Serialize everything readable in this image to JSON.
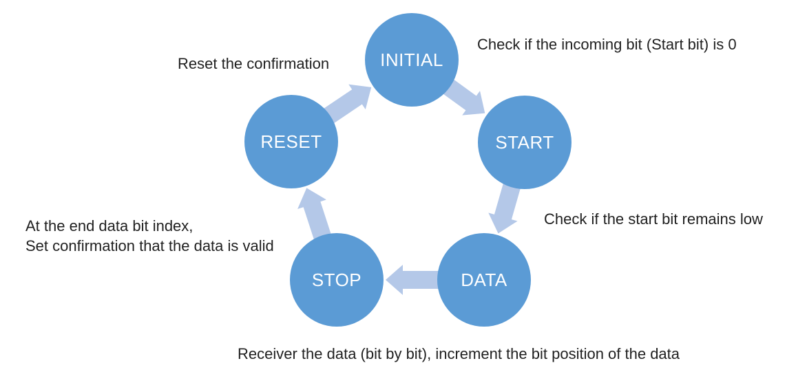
{
  "diagram": {
    "type": "state-cycle",
    "nodes": [
      {
        "id": "initial",
        "label": "INITIAL"
      },
      {
        "id": "start",
        "label": "START"
      },
      {
        "id": "data",
        "label": "DATA"
      },
      {
        "id": "stop",
        "label": "STOP"
      },
      {
        "id": "reset",
        "label": "RESET"
      }
    ],
    "arrows": [
      {
        "from": "RESET",
        "to": "INITIAL"
      },
      {
        "from": "INITIAL",
        "to": "START"
      },
      {
        "from": "START",
        "to": "DATA"
      },
      {
        "from": "DATA",
        "to": "STOP"
      },
      {
        "from": "STOP",
        "to": "RESET"
      }
    ],
    "annotations": [
      {
        "id": "incoming-bit",
        "text": "Check if the incoming bit (Start bit) is 0"
      },
      {
        "id": "reset-confirmation",
        "text": "Reset the confirmation"
      },
      {
        "id": "start-bit-low",
        "text": "Check if the start bit remains low"
      },
      {
        "id": "data-valid",
        "text": "At the end data bit index,\nSet confirmation that the data is valid"
      },
      {
        "id": "receive-data",
        "text": "Receiver the data (bit by bit), increment the bit position of the data"
      }
    ],
    "colors": {
      "node_fill": "#5B9BD5",
      "arrow_fill": "#B4C8E8",
      "label_text": "#FFFFFF",
      "annotation_text": "#1F1F1F",
      "background": "#FFFFFF"
    }
  }
}
